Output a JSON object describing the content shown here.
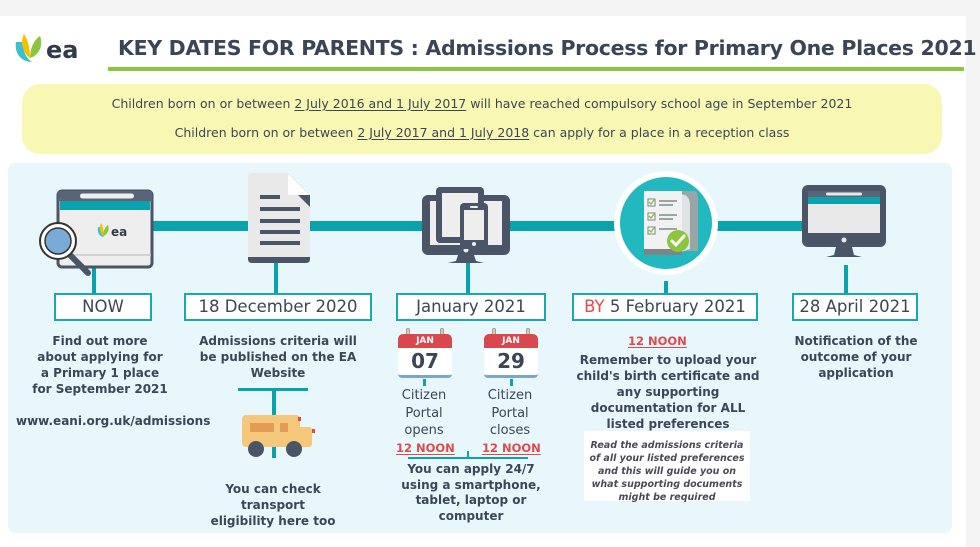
{
  "header": {
    "logo_text": "ea",
    "title": "KEY DATES FOR PARENTS : Admissions Process for Primary One Places 2021"
  },
  "notice": {
    "line1_prefix": "Children born on or between ",
    "line1_dates": "2 July 2016 and 1 July 2017",
    "line1_suffix": " will have reached compulsory school age in September 2021",
    "line2_prefix": "Children born on or between ",
    "line2_dates": "2 July 2017 and 1 July 2018",
    "line2_suffix": " can apply for a place in a reception class"
  },
  "timeline": [
    {
      "icon": "browser-magnifier-icon",
      "date": "NOW",
      "description": "Find out more about applying for a Primary 1 place for September 2021",
      "link": "www.eani.org.uk/admissions"
    },
    {
      "icon": "document-icon",
      "date": "18 December 2020",
      "description": "Admissions criteria will be published on the EA Website",
      "sub_icon": "school-bus-icon",
      "sub_description": "You can check transport eligibility here too"
    },
    {
      "icon": "devices-monitor-icon",
      "date": "January 2021",
      "calendars": [
        {
          "month": "JAN",
          "day": "07",
          "label": "Citizen Portal opens",
          "time": "12 NOON"
        },
        {
          "month": "JAN",
          "day": "29",
          "label": "Citizen Portal closes",
          "time": "12 NOON"
        }
      ],
      "description": "You can apply 24/7 using a smartphone, tablet, laptop or computer"
    },
    {
      "icon": "checklist-document-icon",
      "date_prefix": "BY",
      "date": " 5 February 2021",
      "time": "12 NOON",
      "description": "Remember to upload your child's birth certificate and any supporting documentation for ALL listed preferences",
      "note": "Read the admissions criteria of all your listed preferences and this will guide you on what supporting documents might be required"
    },
    {
      "icon": "monitor-browser-icon",
      "date": "28 April 2021",
      "description": "Notification of the outcome of your application"
    }
  ],
  "colors": {
    "teal": "#0aa3ad",
    "green_rule": "#8cc63f",
    "notice_bg": "#f8f8b4",
    "panel_bg": "#e7f7fc",
    "red": "#e04a4a",
    "dark": "#3c4656"
  }
}
